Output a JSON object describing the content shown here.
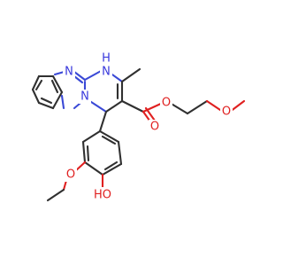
{
  "atoms": {
    "n_imine": "N",
    "nh": "N",
    "h_on_n": "H",
    "n_bridge": "N",
    "o_ester_carbonyl": "O",
    "o_ester_single": "O",
    "o_methoxy": "O",
    "o_ethoxy": "O",
    "hydroxyl": "HO"
  },
  "colors": {
    "carbon_bond": "#303030",
    "nitrogen": "#3838dc",
    "oxygen": "#e02020",
    "background": "#ffffff"
  }
}
